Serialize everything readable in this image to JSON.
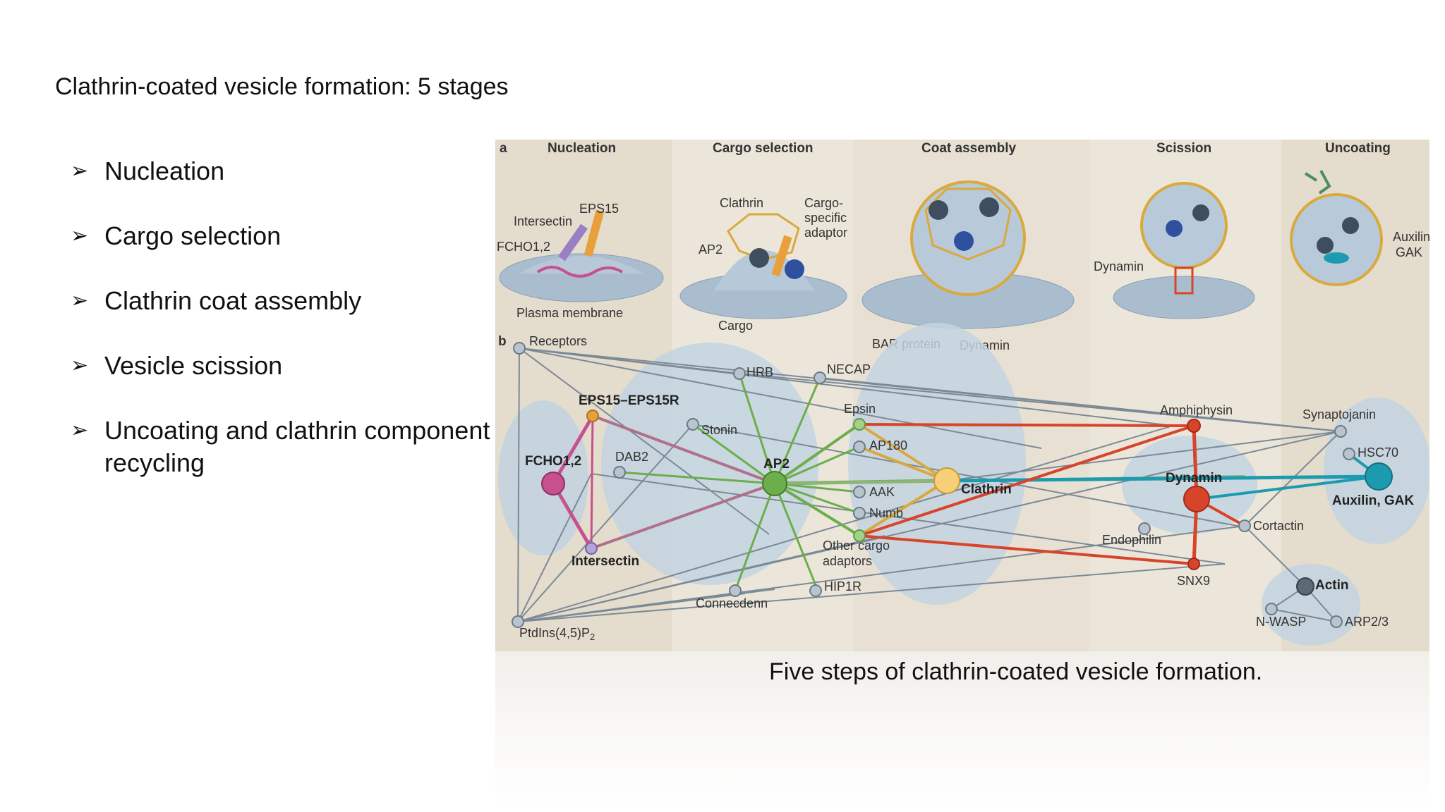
{
  "slide": {
    "title": "Clathrin-coated vesicle formation: 5 stages",
    "bullet_marker": "➢",
    "bullets": [
      "Nucleation",
      "Cargo selection",
      "Clathrin coat assembly",
      "Vesicle scission",
      "Uncoating and clathrin component recycling"
    ],
    "caption": "Five steps of clathrin-coated vesicle formation."
  },
  "figure": {
    "panel_a_letter": "a",
    "panel_b_letter": "b",
    "stages": [
      "Nucleation",
      "Cargo selection",
      "Coat assembly",
      "Scission",
      "Uncoating"
    ],
    "panel_a_labels": {
      "eps15": "EPS15",
      "intersectin": "Intersectin",
      "fcho": "FCHO1,2",
      "plasma_membrane": "Plasma membrane",
      "clathrin": "Clathrin",
      "cargo_adaptor_1": "Cargo-",
      "cargo_adaptor_2": "specific",
      "cargo_adaptor_3": "adaptor",
      "ap2": "AP2",
      "cargo": "Cargo",
      "bar_protein": "BAR protein",
      "dynamin_coat": "Dynamin",
      "dynamin_scission": "Dynamin",
      "auxilin_1": "Auxilin,",
      "auxilin_2": "GAK"
    },
    "network_nodes": {
      "receptors": "Receptors",
      "hrb": "HRB",
      "necap": "NECAP",
      "eps15r": "EPS15–EPS15R",
      "stonin": "Stonin",
      "epsin": "Epsin",
      "amphiphysin": "Amphiphysin",
      "synaptojanin": "Synaptojanin",
      "ap180": "AP180",
      "hsc70": "HSC70",
      "fcho": "FCHO1,2",
      "dab2": "DAB2",
      "ap2": "AP2",
      "aak": "AAK",
      "clathrin": "Clathrin",
      "dynamin": "Dynamin",
      "auxilin": "Auxilin, GAK",
      "numb": "Numb",
      "cortactin": "Cortactin",
      "endophilin": "Endophilin",
      "intersectin": "Intersectin",
      "other_cargo_1": "Other cargo",
      "other_cargo_2": "adaptors",
      "snx9": "SNX9",
      "actin": "Actin",
      "hip1r": "HIP1R",
      "connecdenn": "Connecdenn",
      "nwasp": "N-WASP",
      "arp": "ARP2/3",
      "ptdins": "PtdIns(4,5)P",
      "ptdins_sub": "2"
    },
    "colors": {
      "panel_bg": "#e9e3d6",
      "cluster": "#c3d3e0",
      "clathrin_cage": "#d9a93c",
      "ap2_green": "#6cae4b",
      "dynamin_red": "#d8442a",
      "auxilin_teal": "#1c9bb0",
      "fcho_pink": "#c6518e",
      "eps15_orange": "#e9a03c"
    }
  }
}
